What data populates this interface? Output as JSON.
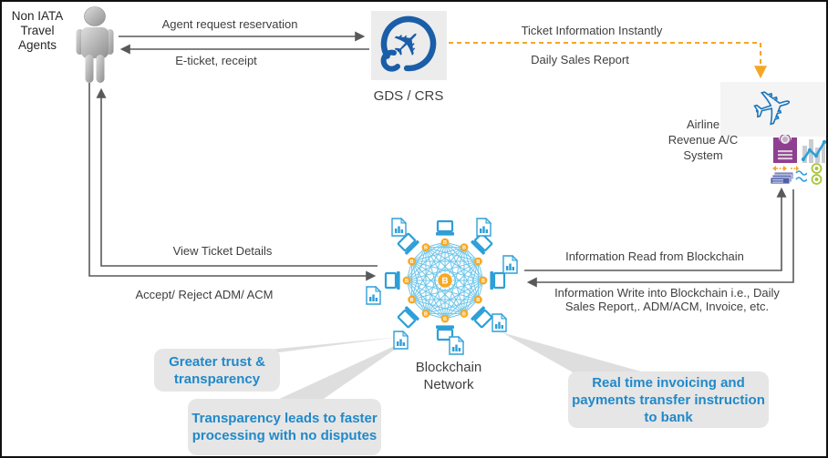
{
  "colors": {
    "accent_blue": "#2189C9",
    "diagram_blue": "#2D9FD8",
    "dark_blue": "#1A5DA8",
    "orange": "#F5A623",
    "node_orange": "#F7A823",
    "mesh_line_blue": "#6EC6EA",
    "arrow_gray": "#58595B",
    "callout_bg": "#E6E6E6"
  },
  "agents": {
    "line1": "Non IATA",
    "line2": "Travel",
    "line3": "Agents"
  },
  "gds": {
    "label": "GDS / CRS"
  },
  "airline": {
    "line1": "Airline",
    "line2": "Revenue A/C",
    "line3": "System"
  },
  "blockchain": {
    "line1": "Blockchain",
    "line2": "Network"
  },
  "flows": {
    "request": "Agent request reservation",
    "eticket": "E-ticket, receipt",
    "ticket_info": "Ticket Information Instantly",
    "daily_sales": "Daily Sales Report",
    "view_ticket": "View Ticket Details",
    "accept_reject": "Accept/ Reject ADM/ ACM",
    "read": "Information Read from Blockchain",
    "write_line1": "Information Write into Blockchain i.e., Daily",
    "write_line2": "Sales Report,. ADM/ACM, Invoice, etc."
  },
  "callouts": {
    "trust": {
      "line1": "Greater trust &",
      "line2": "transparency"
    },
    "processing": {
      "line1": "Transparency leads",
      "line2": "to faster processing",
      "line3": "with no disputes"
    },
    "invoicing": {
      "line1": "Real time invoicing and",
      "line2": "payments transfer",
      "line3": "instruction to bank"
    }
  },
  "icons": {
    "agent": "person-icon",
    "gds": "gds-plane-circle-icon",
    "airline": "airline-plane-outline-icon",
    "ledger": "account-ledger-icon",
    "chart": "analytics-chart-icon",
    "transfer": "transfer-arrows-icon",
    "documents": "documents-stack-icon",
    "status": "status-circles-icon",
    "waves": "waves-icon",
    "laptop": "laptop-node-icon",
    "document": "report-document-icon",
    "node": "blockchain-node-icon"
  }
}
